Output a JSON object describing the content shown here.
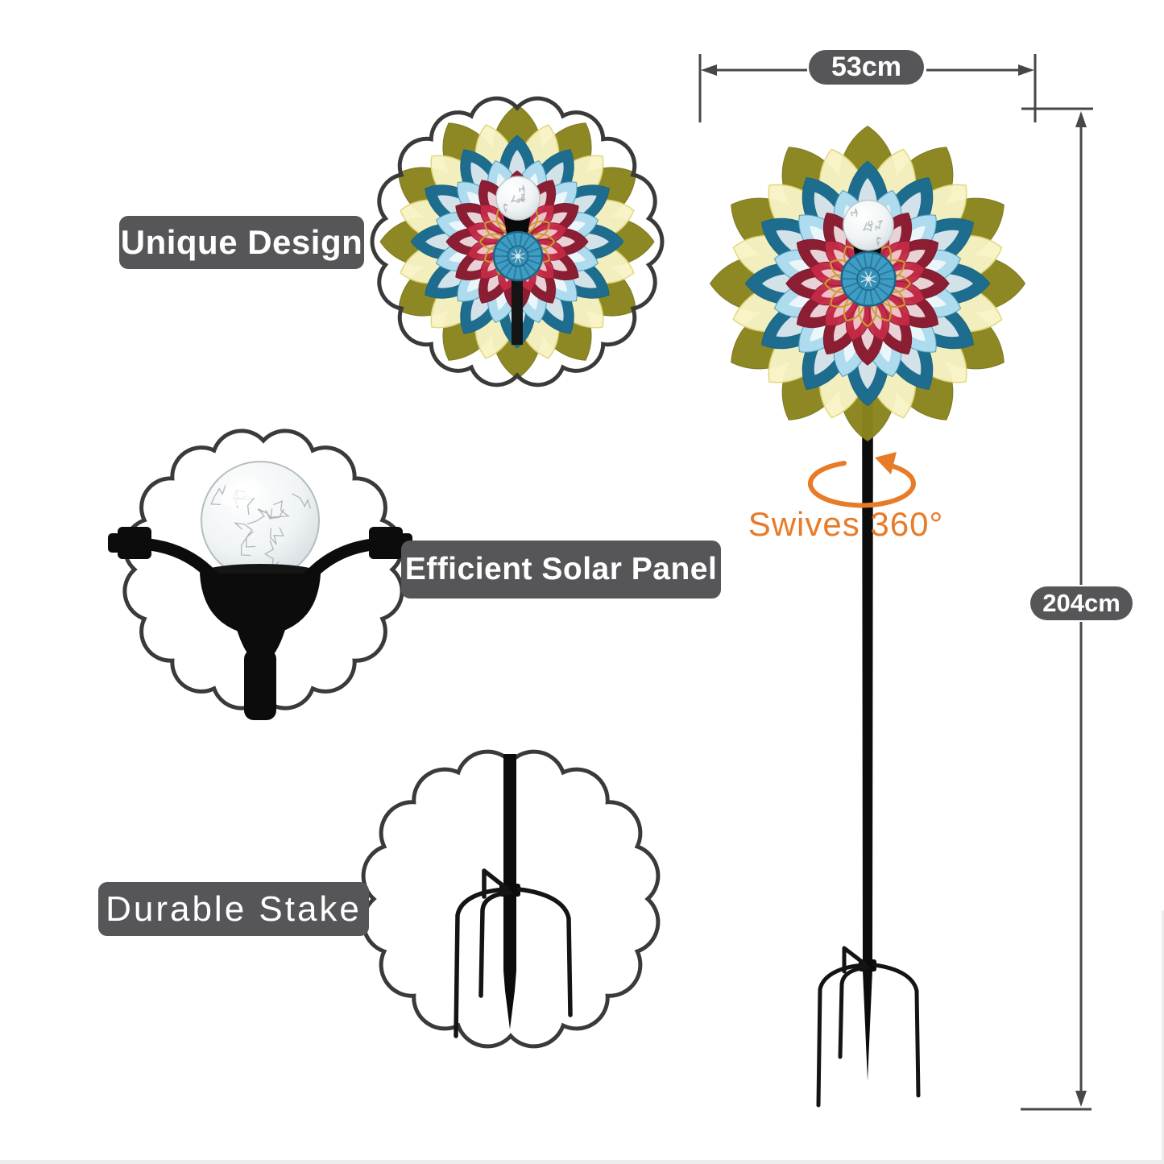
{
  "feature_labels": {
    "unique_design": "Unique Design",
    "efficient_solar": "Efficient Solar Panel",
    "durable_stake": "Durable Stake"
  },
  "dimensions": {
    "width_label": "53cm",
    "height_label": "204cm"
  },
  "annotations": {
    "swivel_label": "Swives 360°"
  },
  "icons": {
    "swivel_rotation_icon": "elliptical-rotation-arrow",
    "dimension_arrow_icon": "double-headed-dimension-arrow"
  },
  "colors": {
    "background": "#ffffff",
    "label_bg": "#565659",
    "label_text": "#ffffff",
    "accent_orange": "#e87b28",
    "dim_line": "#47474a",
    "outline_dark": "#3a3a3a",
    "metal_black": "#0c0c0c",
    "petal_yellow_dark": "#8a851c",
    "petal_yellow_bright": "#f4ec47",
    "petal_pale_yellow": "#f8f4c6",
    "petal_blue_dark": "#1e6d8e",
    "petal_blue_light": "#a9dcee",
    "petal_red_dark": "#8c1e33",
    "petal_red_light": "#d9607a",
    "hub_blue": "#3f9dc4",
    "wire_gold": "#c9a02c",
    "glass_gray": "#cfd6da"
  }
}
